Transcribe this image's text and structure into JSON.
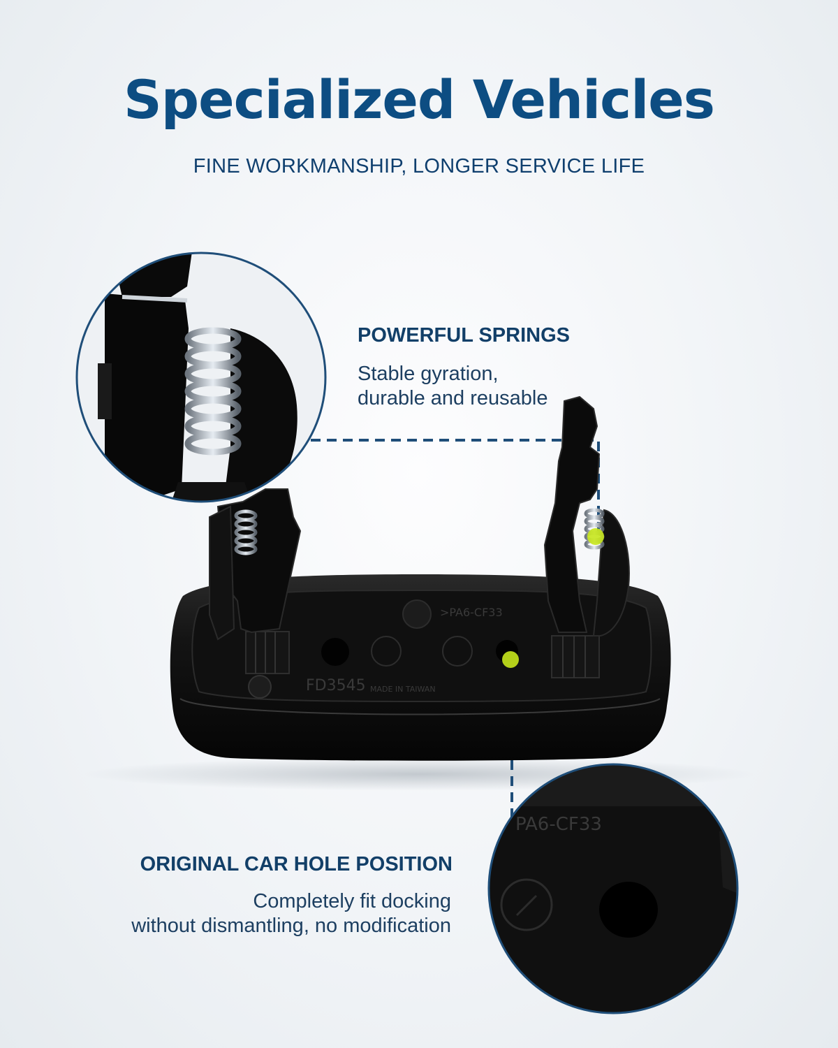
{
  "header": {
    "title": "Specialized Vehicles",
    "subtitle": "FINE WORKMANSHIP, LONGER SERVICE LIFE"
  },
  "features": [
    {
      "heading": "POWERFUL SPRINGS",
      "body_lines": [
        "Stable gyration,",
        "durable and reusable"
      ]
    },
    {
      "heading": "ORIGINAL CAR HOLE POSITION",
      "body_lines": [
        "Completely fit docking",
        "without dismantling, no modification"
      ]
    }
  ],
  "product": {
    "material_mark": ">PA6-CF33",
    "part_mark": "FD3545",
    "origin_mark": "MADE IN TAIWAN",
    "zoom_material_mark": "PA6-CF33"
  },
  "colors": {
    "title": "#0d4d82",
    "accent_line": "#1f4e79",
    "highlight_dot": "#c6e61c",
    "product": "#0c0c0c"
  }
}
